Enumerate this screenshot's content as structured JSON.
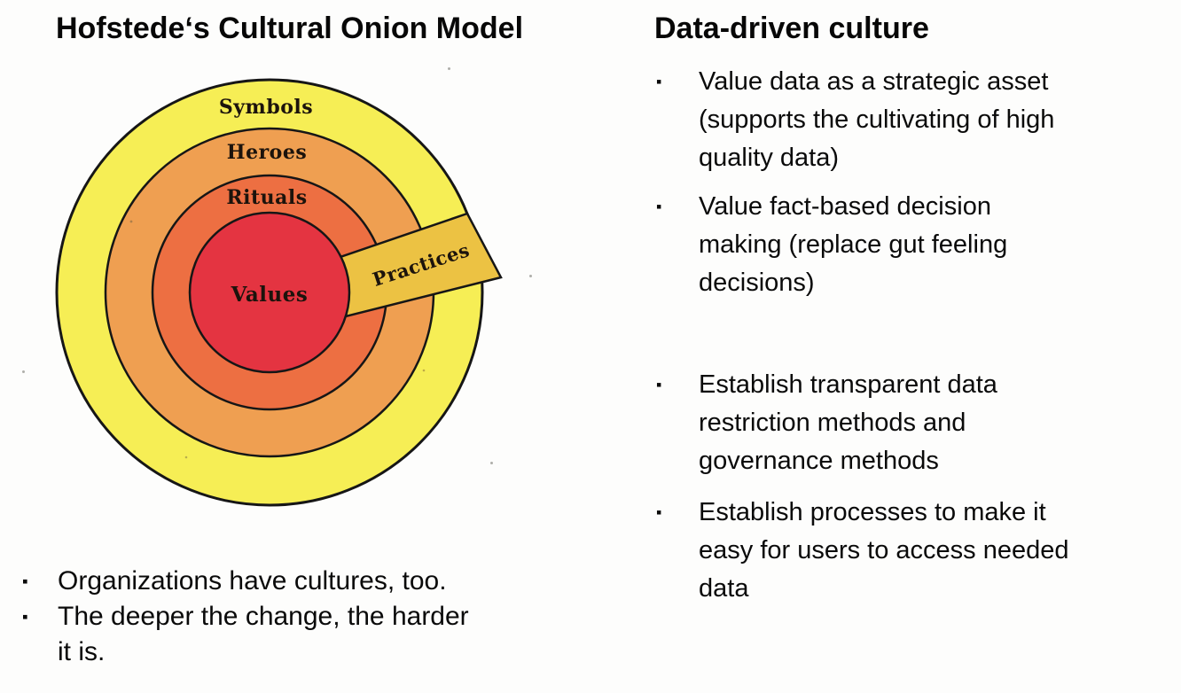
{
  "ui": {
    "bullet_char": "▪"
  },
  "left": {
    "title": "Hofstede‘s Cultural Onion Model",
    "bullets": [
      {
        "lines": [
          "Organizations have cultures, too."
        ]
      },
      {
        "lines": [
          "The deeper the change, the harder",
          "it is."
        ]
      }
    ]
  },
  "right": {
    "title": "Data-driven culture",
    "bullets": [
      {
        "lines": [
          "Value data as a strategic asset",
          "(supports the cultivating of high",
          "quality data)"
        ]
      },
      {
        "lines": [
          "Value fact-based decision",
          "making (replace gut feeling",
          "decisions)"
        ]
      },
      {
        "lines": [
          "Establish transparent data",
          "restriction methods and",
          "governance methods"
        ]
      },
      {
        "lines": [
          "Establish processes to make it",
          "easy for users to access needed",
          "data"
        ]
      }
    ]
  },
  "diagram": {
    "layers": [
      {
        "label": "Symbols",
        "color": "#f6ee55"
      },
      {
        "label": "Heroes",
        "color": "#ef9f51"
      },
      {
        "label": "Rituals",
        "color": "#ed6f42"
      },
      {
        "label": "Values",
        "color": "#e43441"
      }
    ],
    "band": {
      "label": "Practices",
      "color": "#ecc243"
    },
    "outline_color": "#161616"
  }
}
